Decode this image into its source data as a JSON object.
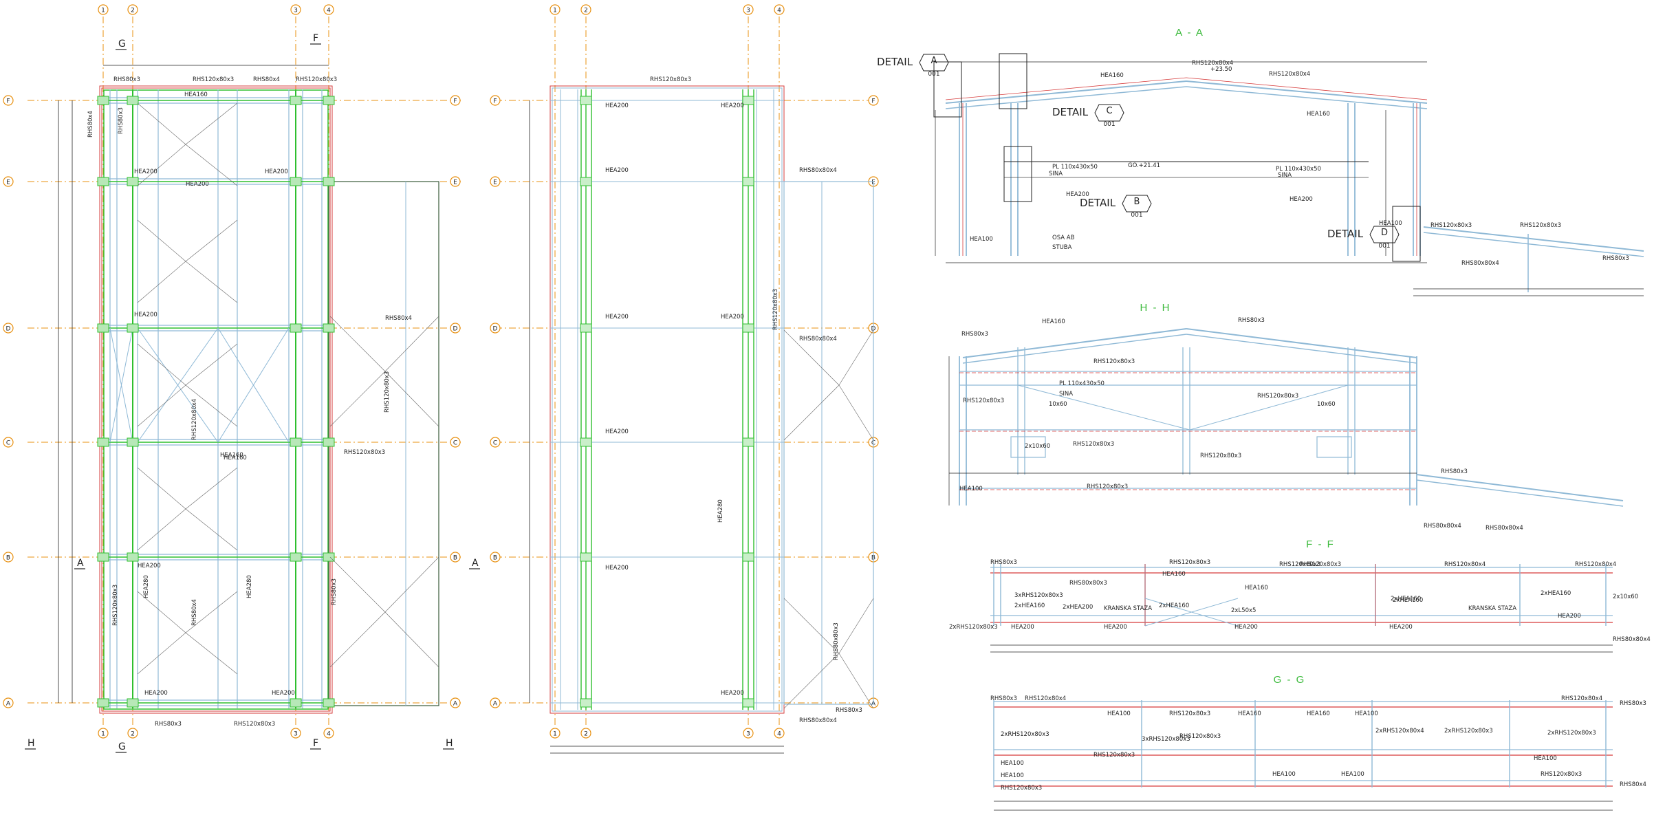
{
  "colors": {
    "grid": "#e8900f",
    "steel": "#8fb9d6",
    "green": "#2fbf2f",
    "red": "#d63b3b",
    "ink": "#222222",
    "section_title": "#3cba3c"
  },
  "plan1": {
    "col_labels": [
      "1",
      "2",
      "3",
      "4"
    ],
    "row_labels": [
      "F",
      "E",
      "D",
      "C",
      "B",
      "A"
    ],
    "cut_marks": [
      "G",
      "F",
      "A",
      "A",
      "H",
      "H",
      "G",
      "F"
    ],
    "member_labels": [
      "RHS80x3",
      "RHS120x80x3",
      "RHS80x4",
      "RHS120x80x3",
      "HEA160",
      "HEA200",
      "RHS80x4",
      "RHS80x3",
      "HEA200",
      "HEA200",
      "HEA200",
      "RHS80x4",
      "RHS120x80x3",
      "RHS120x80x4",
      "HEA160",
      "HEA200",
      "RHS120x80x3",
      "RHS80x4",
      "HEA200",
      "HEA280",
      "HEA280",
      "HEA200",
      "RHS80x3",
      "RHS120x80x3",
      "RHS80x3",
      "RHS120x80x3",
      "HEA160"
    ]
  },
  "plan2": {
    "col_labels": [
      "1",
      "2",
      "3",
      "4"
    ],
    "row_labels": [
      "F",
      "E",
      "D",
      "C",
      "B",
      "A"
    ],
    "member_labels": [
      "RHS120x80x3",
      "HEA200",
      "HEA200",
      "HEA200",
      "HEA200",
      "HEA200",
      "HEA200",
      "HEA200",
      "RHS80x80x4",
      "RHS80x80x4",
      "HEA280",
      "RHS120x80x3",
      "HEA200",
      "RHS80x80x4",
      "RHS80x80x3",
      "RHS80x3"
    ]
  },
  "section_aa": {
    "title": "A - A",
    "details": [
      {
        "word": "DETAIL",
        "letter": "A",
        "sheet": "001"
      },
      {
        "word": "DETAIL",
        "letter": "C",
        "sheet": "001"
      },
      {
        "word": "DETAIL",
        "letter": "B",
        "sheet": "001"
      },
      {
        "word": "DETAIL",
        "letter": "D",
        "sheet": "001"
      }
    ],
    "labels": [
      "RHS120x80x4",
      "RHS120x80x4",
      "HEA160",
      "HEA160",
      "PL 110x430x50",
      "PL 110x430x50",
      "HEA200",
      "HEA200",
      "HEA100",
      "HEA100",
      "RHS120x80x3",
      "RHS120x80x3",
      "RHS80x80x4",
      "RHS80x3",
      "OSA AB",
      "STUBA"
    ],
    "orange_labels": [
      "+23.50",
      "GO.+21.41",
      "SINA",
      "SINA"
    ]
  },
  "section_hh": {
    "title": "H - H",
    "labels": [
      "HEA160",
      "RHS80x3",
      "RHS80x3",
      "RHS120x80x3",
      "RHS120x80x3",
      "RHS120x80x3",
      "PL 110x430x50",
      "RHS120x80x3",
      "RHS120x80x3",
      "RHS120x80x3",
      "HEA100",
      "RHS80x3",
      "RHS80x80x4",
      "RHS80x80x4",
      "2x10x60",
      "10x60",
      "10x60"
    ],
    "orange_labels": [
      "SINA"
    ]
  },
  "section_ff": {
    "title": "F - F",
    "labels": [
      "RHS80x3",
      "RHS120x80x3",
      "RHS120x80x3",
      "RHS120x80x4",
      "RHS120x80x3",
      "RHS120x80x4",
      "RHS80x80x3",
      "HEA160",
      "HEA160",
      "3xRHS120x80x3",
      "2xHEA160",
      "2xHEA200",
      "2xHEA160",
      "2xHEA160",
      "2xL50x5",
      "2xHEA160",
      "2xHEA160",
      "HEA200",
      "HEA200",
      "HEA200",
      "HEA200",
      "HEA200",
      "2xRHS120x80x3",
      "RHS80x80x4",
      "2x10x60"
    ],
    "red_labels": [
      "KRANSKA STAZA",
      "KRANSKA STAZA"
    ]
  },
  "section_gg": {
    "title": "G - G",
    "labels": [
      "RHS80x3",
      "RHS120x80x4",
      "RHS120x80x4",
      "RHS80x3",
      "2xRHS120x80x3",
      "HEA100",
      "RHS120x80x3",
      "HEA160",
      "RHS120x80x3",
      "HEA160",
      "HEA100",
      "3xRHS120x80x3",
      "2xRHS120x80x4",
      "2xRHS120x80x3",
      "2xRHS120x80x3",
      "HEA100",
      "RHS120x80x3",
      "HEA100",
      "HEA100",
      "HEA100",
      "HEA100",
      "RHS120x80x3",
      "RHS120x80x3"
    ],
    "red_labels": [
      "RHS80x4"
    ]
  }
}
